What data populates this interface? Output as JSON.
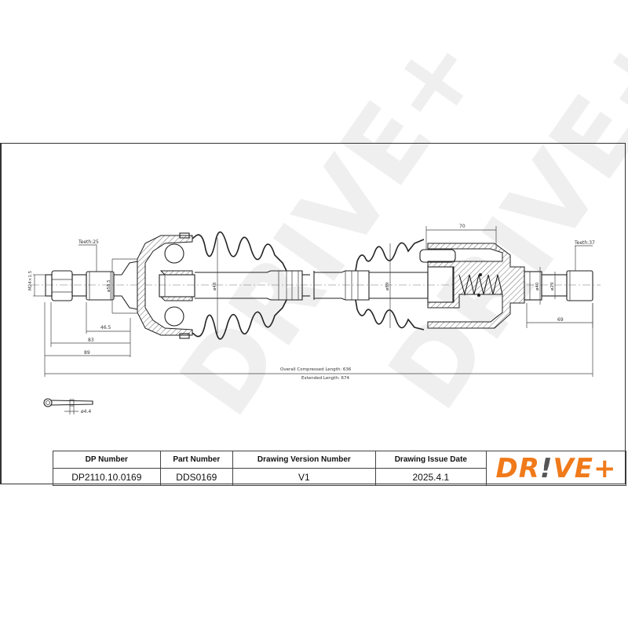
{
  "drawing": {
    "teeth_left": "Teeth:25",
    "teeth_right": "Teeth:37",
    "thread": "M24×1.5",
    "dia_left_stub": "ø58.5",
    "dia_shaft": "ø48",
    "dia_boot_right": "ø89",
    "dia_right_outer": "ø40",
    "dia_right_inner": "ø29",
    "dim_46_5": "46.5",
    "dim_83": "83",
    "dim_89": "89",
    "dim_70": "70",
    "dim_69": "69",
    "overall_compressed": "Overall  Compressed  Length: 636",
    "extended": "Extended  Length: 674",
    "cotter_pin_dia": "ø4.4"
  },
  "title_block": {
    "headers": [
      "DP Number",
      "Part Number",
      "Drawing Version Number",
      "Drawing Issue Date"
    ],
    "values": [
      "DP2110.10.0169",
      "DDS0169",
      "V1",
      "2025.4.1"
    ]
  },
  "brand": {
    "logo_left": "DR",
    "logo_bang": "!",
    "logo_right": "VE+",
    "accent_color": "#f07a1a",
    "watermark_text": "DRIVE+"
  }
}
